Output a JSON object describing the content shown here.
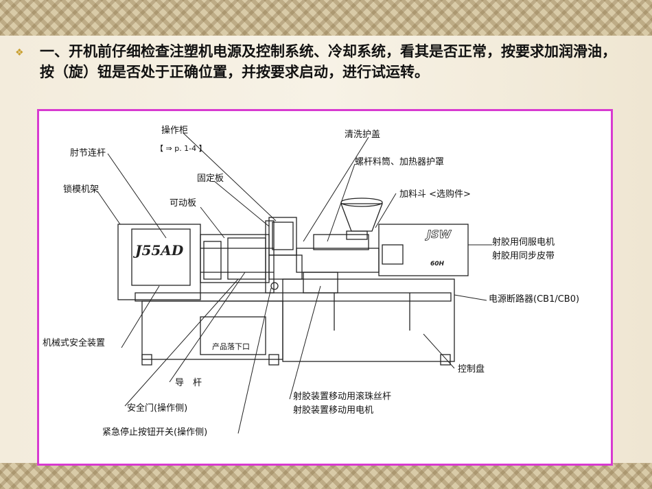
{
  "heading": {
    "bullet": "❖",
    "text": "一、开机前仔细检查注塑机电源及控制系统、冷却系统，看其是否正常，按要求加润滑油，按（旋）钮是否处于正确位置，并按要求启动，进行试运转。"
  },
  "diagram": {
    "labels": {
      "control_cabinet": "操作柜",
      "control_cabinet_ref": "【 ⇒ p. 1-4 】",
      "cleaning_cover": "清洗护盖",
      "screw_heater_cover": "螺杆料筒、加热器护罩",
      "hopper": "加料斗 <选购件>",
      "toggle_link": "肘节连杆",
      "mold_clamp_frame": "锁模机架",
      "fixed_plate": "固定板",
      "movable_plate": "可动板",
      "servo_motor": "射胶用伺服电机",
      "sync_belt": "射胶用同步皮带",
      "breaker": "电源断路器(CB1/CB0)",
      "mech_safety": "机械式安全装置",
      "product_drop": "产品落下口",
      "control_panel": "控制盘",
      "guide_rod": "导　杆",
      "ball_screw": "射胶装置移动用滚珠丝杆",
      "move_motor": "射胶装置移动用电机",
      "safety_door": "安全门(操作侧)",
      "emergency_stop": "紧急停止按钮开关(操作侧)"
    },
    "machine": {
      "brand": "JSW",
      "model": "J55AD",
      "mark": "60H"
    }
  }
}
